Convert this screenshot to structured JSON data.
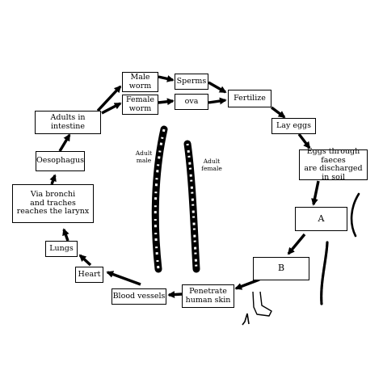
{
  "lifecycle": {
    "stages": {
      "male_worm": "Male\nworm",
      "female_worm": "Female\nworm",
      "sperms": "Sperms",
      "ova": "ova",
      "fertilize": "Fertilize",
      "lay_eggs": "Lay eggs",
      "eggs_faeces": "Eggs through faeces\nare discharged\nin soil",
      "stage_a": "A",
      "stage_b": "B",
      "penetrate": "Penetrate\nhuman skin",
      "blood_vessels": "Blood vessels",
      "heart": "Heart",
      "lungs": "Lungs",
      "bronchi": "Via bronchi\nand traches\nreaches the larynx",
      "oesophagus": "Oesophagus",
      "adults_intestine": "Adults in\nintestine"
    },
    "worm_labels": {
      "adult_male": "Adult\nmale",
      "adult_female": "Adult\nfemale"
    }
  }
}
